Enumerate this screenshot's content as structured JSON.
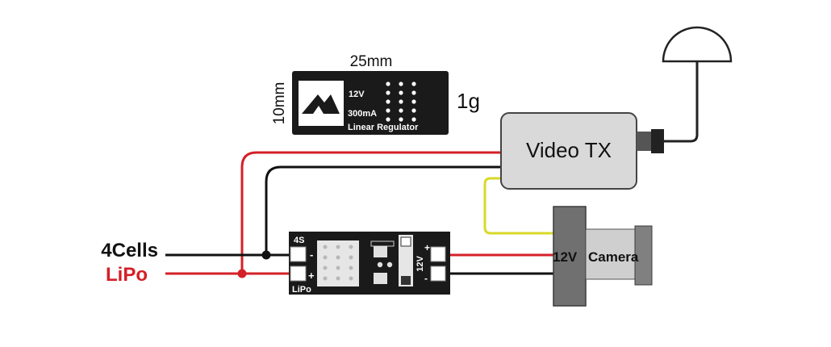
{
  "colors": {
    "wire_red": "#d42027",
    "wire_black": "#111111",
    "wire_yellow": "#d9d92a",
    "board": "#1a1a1a",
    "box_fill": "#d9d9d9",
    "box_stroke": "#444444",
    "camera_dark": "#707070",
    "camera_light": "#cfcfcf"
  },
  "regulator_card": {
    "width_label": "25mm",
    "height_label": "10mm",
    "weight_label": "1g",
    "voltage_label": "12V",
    "current_label": "300mA",
    "name_label": "Linear Regulator",
    "logo_icon": "mountain-logo-icon"
  },
  "battery": {
    "line1": "4Cells",
    "line2": "LiPo"
  },
  "board": {
    "input_top_label": "4S",
    "input_bottom_label": "LiPo",
    "minus_label": "-",
    "plus_label": "+",
    "output_voltage_label": "12V",
    "output_plus_label": "+",
    "output_minus_label": "-"
  },
  "video_tx": {
    "label": "Video TX"
  },
  "camera": {
    "voltage_label": "12V",
    "label": "Camera"
  }
}
